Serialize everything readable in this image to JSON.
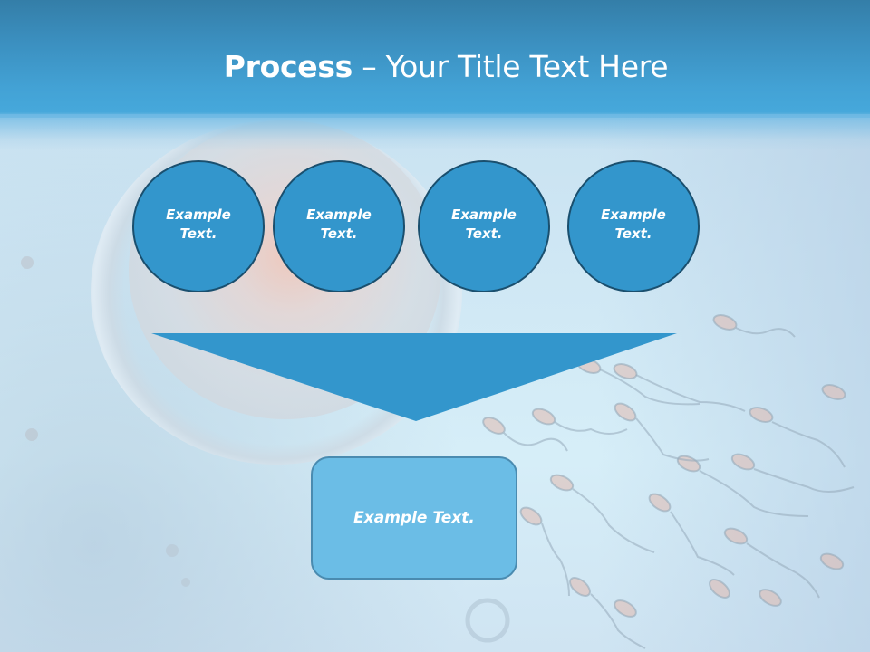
{
  "slide": {
    "title": {
      "bold": "Process",
      "rest": " – Your Title Text Here"
    },
    "steps": [
      {
        "line1": "Example",
        "line2": "Text."
      },
      {
        "line1": "Example",
        "line2": "Text."
      },
      {
        "line1": "Example",
        "line2": "Text."
      },
      {
        "line1": "Example",
        "line2": "Text."
      }
    ],
    "result_box": {
      "text": "Example Text."
    },
    "colors": {
      "header_top": "#347ea8",
      "header_bottom": "#46a8db",
      "circle_fill": "#3396cc",
      "circle_border": "#1a4f6e",
      "arrow_fill": "#3396cc",
      "box_fill": "#6bbde6",
      "box_border": "#4a8bb0",
      "text": "#ffffff"
    }
  }
}
